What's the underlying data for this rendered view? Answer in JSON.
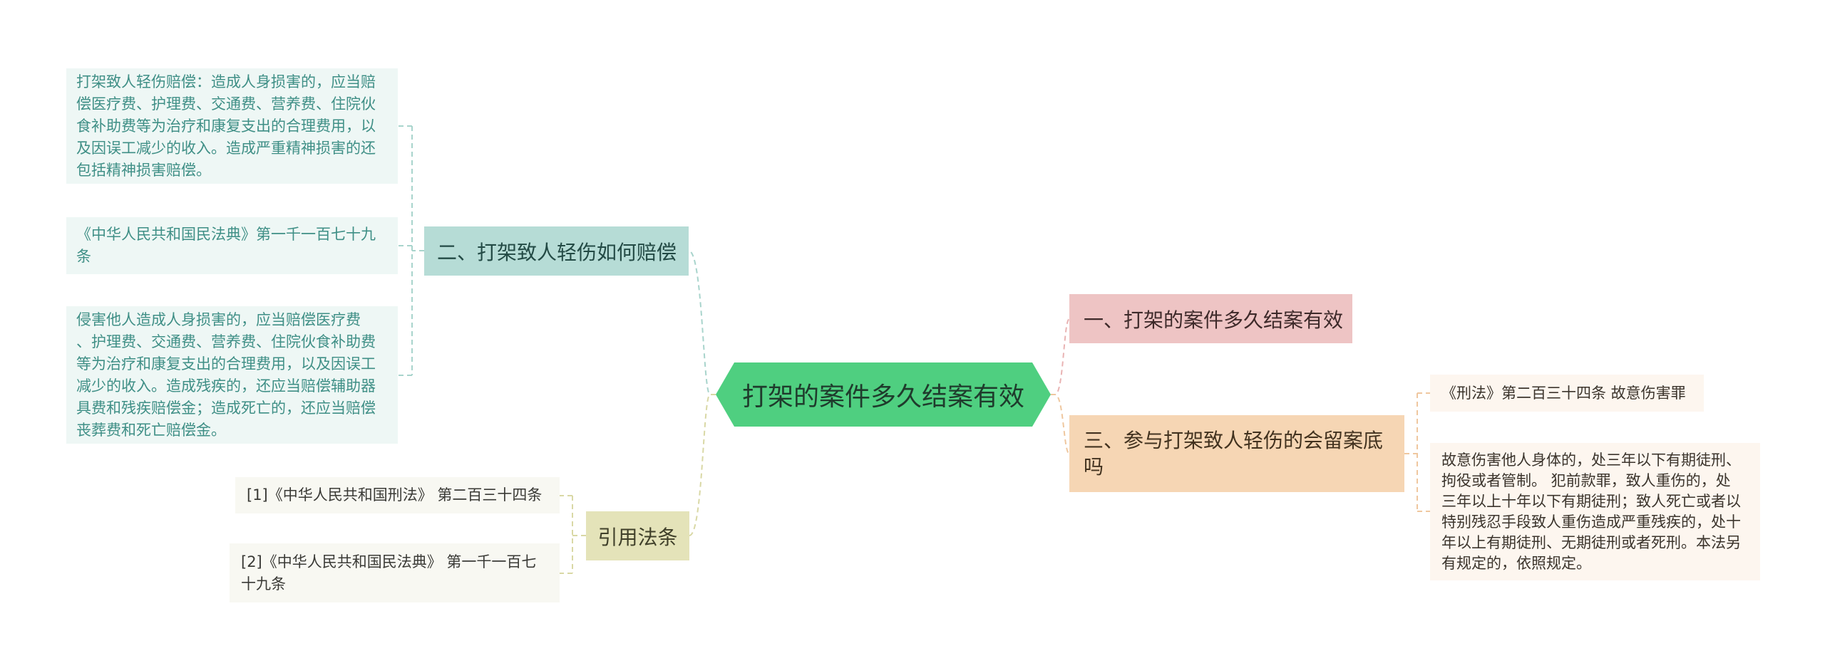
{
  "colors": {
    "center": "#4fcf80",
    "branch_1": "#eec4c4",
    "branch_2": "#b6dcd6",
    "branch_3": "#f6d6b4",
    "branch_refs": "#e4e3b9",
    "leaf_teal_text": "#3f8f86",
    "line_red": "#e9b3b3",
    "line_teal": "#a8d4cc",
    "line_green": "#a6e0b6",
    "line_yellow": "#d9d8a5",
    "line_orange": "#efc79f"
  },
  "mindmap": {
    "center": "打架的案件多久结案有效",
    "branches": {
      "b1": {
        "label": "一、打架的案件多久结案有效"
      },
      "b2": {
        "label": "二、打架致人轻伤如何赔偿",
        "children": [
          "打架致人轻伤赔偿：造成人身损害的，应当赔\n偿医疗费、护理费、交通费、营养费、住院伙\n食补助费等为治疗和康复支出的合理费用，以\n及因误工减少的收入。造成严重精神损害的还\n包括精神损害赔偿。",
          "《中华人民共和国民法典》第一千一百七十九\n条",
          "  侵害他人造成人身损害的，应当赔偿医疗费\n、护理费、交通费、营养费、住院伙食补助费\n等为治疗和康复支出的合理费用，以及因误工\n减少的收入。造成残疾的，还应当赔偿辅助器\n具费和残疾赔偿金；造成死亡的，还应当赔偿\n丧葬费和死亡赔偿金。"
        ]
      },
      "b3": {
        "label": "三、参与打架致人轻伤的会留案底\n吗",
        "children": [
          "《刑法》第二百三十四条 故意伤害罪",
          "故意伤害他人身体的，处三年以下有期徒刑、\n拘役或者管制。 犯前款罪，致人重伤的，处\n三年以上十年以下有期徒刑；致人死亡或者以\n特别残忍手段致人重伤造成严重残疾的，处十\n年以上有期徒刑、无期徒刑或者死刑。本法另\n有规定的，依照规定。"
        ]
      },
      "b4": {
        "label": "引用法条",
        "children": [
          "[1]《中华人民共和国刑法》 第二百三十四条",
          "[2]《中华人民共和国民法典》 第一千一百七\n十九条"
        ]
      }
    }
  }
}
